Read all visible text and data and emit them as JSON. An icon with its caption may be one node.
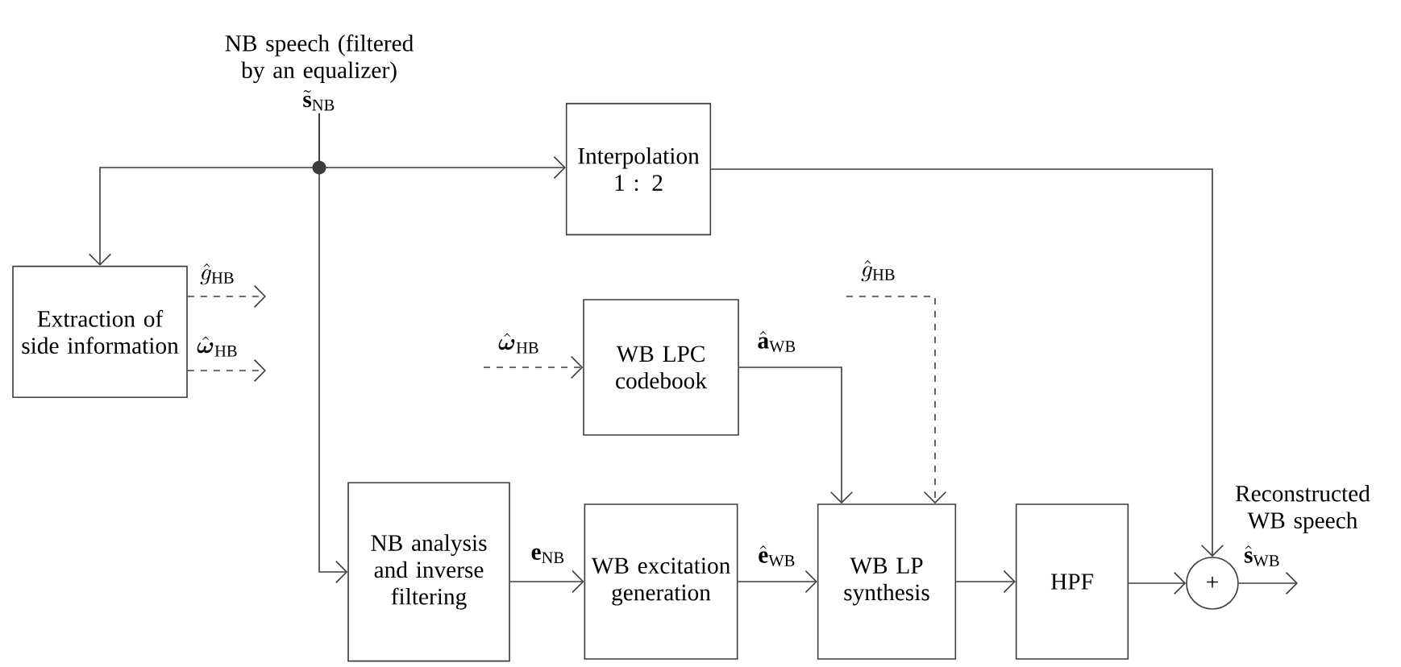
{
  "diagram": {
    "nodes": [
      {
        "text": [
          "Extraction of side information"
        ]
      },
      {
        "text": [
          "Interpolation 1 : 2"
        ]
      },
      {
        "text": [
          "WB LPC codebook"
        ]
      },
      {
        "text": [
          "NB analysis and inverse filtering"
        ]
      },
      {
        "text": [
          "WB excitation generation"
        ]
      },
      {
        "text": [
          "WB LP synthesis"
        ]
      },
      {
        "text": [
          "HPF"
        ]
      },
      {
        "text": [
          "+"
        ]
      },
      {
        "text": [
          "NB speech (filtered by an equalizer)",
          "\\tilde{\\mathbf{s}}_{\\mathrm{NB}}"
        ]
      }
    ],
    "edges": [
      {
        "from": 8,
        "to": 1,
        "arrow": "to"
      },
      {
        "from": 8,
        "to": 0,
        "arrow": "to"
      },
      {
        "from": 8,
        "to": 3,
        "arrow": "to"
      },
      {
        "from": 0,
        "to": null,
        "arrow": "to",
        "style": "dashed",
        "label": "\\hat{g}_{\\mathrm{HB}}"
      },
      {
        "from": 0,
        "to": null,
        "arrow": "to",
        "style": "dashed",
        "label": "\\hat{\\boldsymbol{\\omega}}_{\\mathrm{HB}}"
      },
      {
        "from": null,
        "to": 2,
        "arrow": "to",
        "style": "dashed",
        "label": "\\hat{\\boldsymbol{\\omega}}_{\\mathrm{HB}}"
      },
      {
        "from": 2,
        "to": 5,
        "arrow": "to",
        "label": "\\hat{\\mathbf{a}}_{\\mathrm{WB}}"
      },
      {
        "from": null,
        "to": 5,
        "arrow": "to",
        "style": "dashed",
        "label": "\\hat{g}_{\\mathrm{HB}}"
      },
      {
        "from": 3,
        "to": 4,
        "arrow": "to",
        "label": "\\mathbf{e}_{\\mathrm{NB}}"
      },
      {
        "from": 4,
        "to": 5,
        "arrow": "to",
        "label": "\\hat{\\mathbf{e}}_{\\mathrm{WB}}"
      },
      {
        "from": 5,
        "to": 6,
        "arrow": "to"
      },
      {
        "from": 6,
        "to": 7,
        "arrow": "to"
      },
      {
        "from": 1,
        "to": 7,
        "arrow": "to"
      },
      {
        "from": 7,
        "to": null,
        "arrow": "to",
        "label": "\\hat{\\mathbf{s}}_{\\mathrm{WB}}"
      }
    ],
    "labels": [
      "Reconstructed WB speech"
    ]
  }
}
